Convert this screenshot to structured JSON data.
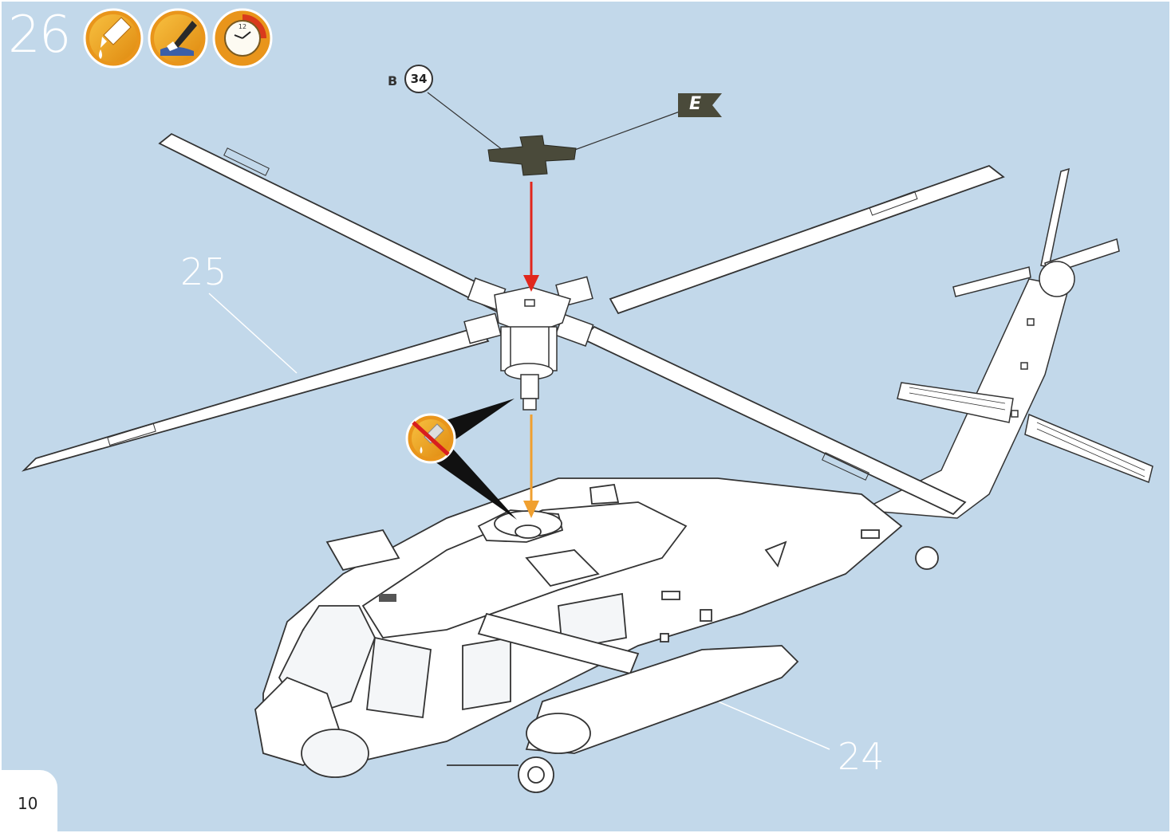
{
  "step": {
    "number": "26"
  },
  "icons": [
    {
      "name": "glue-icon"
    },
    {
      "name": "paint-brush-icon"
    },
    {
      "name": "clock-drying-time-icon",
      "clock_mark": "12"
    }
  ],
  "parts": {
    "rotor_head_part": {
      "sprue": "B",
      "number": "34"
    },
    "decal_flag": {
      "letter": "E"
    }
  },
  "callouts": {
    "main_rotor": "25",
    "fuselage": "24"
  },
  "notes": {
    "no_glue_icon": "no-glue-icon"
  },
  "colors": {
    "background": "#c2d8ea",
    "arrow_red": "#e1261c",
    "arrow_orange": "#f0a030",
    "icon_orange": "#f2a31b",
    "part_dark": "#4a4a3a"
  },
  "page": {
    "number": "10"
  }
}
